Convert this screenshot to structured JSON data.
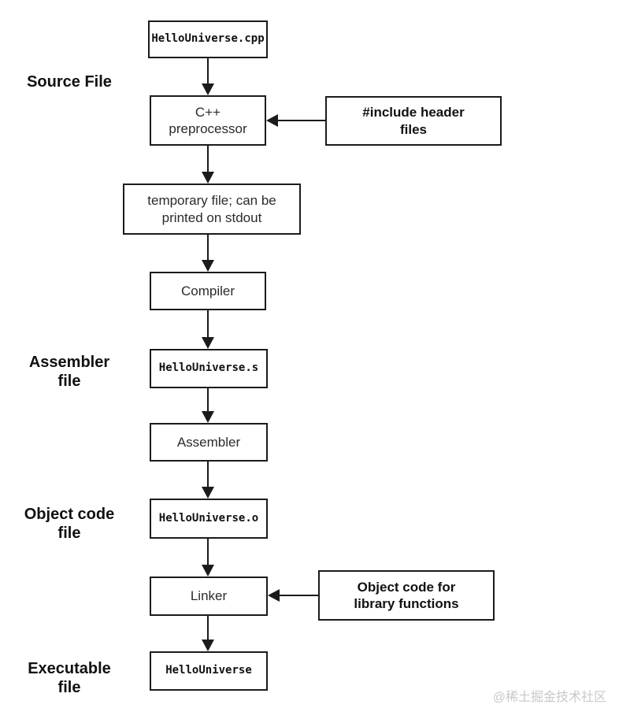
{
  "flowchart": {
    "boxes": {
      "cpp_file": {
        "label": "HelloUniverse.cpp"
      },
      "preprocessor": {
        "label": "C++\npreprocessor"
      },
      "include_headers": {
        "label": "#include header\nfiles"
      },
      "temp_file": {
        "label": "temporary file; can be\nprinted on stdout"
      },
      "compiler": {
        "label": "Compiler"
      },
      "asm_file": {
        "label": "HelloUniverse.s"
      },
      "assembler": {
        "label": "Assembler"
      },
      "obj_file": {
        "label": "HelloUniverse.o"
      },
      "linker": {
        "label": "Linker"
      },
      "lib_objects": {
        "label": "Object code for\nlibrary functions"
      },
      "executable": {
        "label": "HelloUniverse"
      }
    },
    "side_labels": {
      "source": "Source File",
      "assembler": "Assembler\nfile",
      "object": "Object code\nfile",
      "executable": "Executable\nfile"
    },
    "watermark": "@稀土掘金技术社区",
    "colors": {
      "line": "#1b1b1b",
      "background": "#ffffff",
      "watermark": "#c8c8c8"
    }
  }
}
